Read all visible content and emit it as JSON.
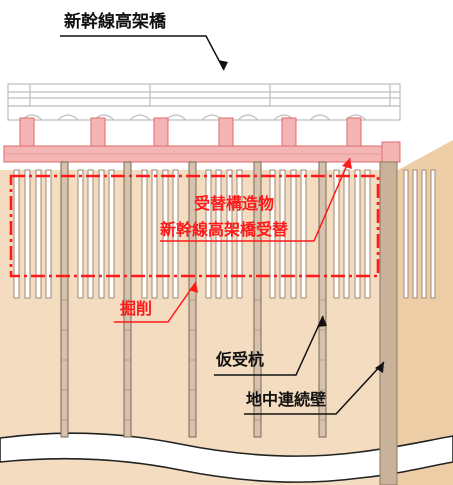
{
  "labels": {
    "viaduct": "新幹線高架橋",
    "underpin_structure_line1": "受替構造物",
    "underpin_structure_line2": "新幹線高架橋受替",
    "excavation": "掘削",
    "temporary_pile": "仮受杭",
    "diaphragm_wall": "地中連続壁"
  },
  "colors": {
    "soil": "#f3dcc0",
    "soil_far": "#efd5b3",
    "soil_slope": "#eccda6",
    "underpin_beam": "#f4b5b5",
    "excavation_outline": "#ff1a1a",
    "label_red": "#ff1a1a",
    "label_black": "#111111",
    "wall": "#c9b29a",
    "pile": "#d7c3ad",
    "viaduct_lines": "#bdbdbd"
  }
}
